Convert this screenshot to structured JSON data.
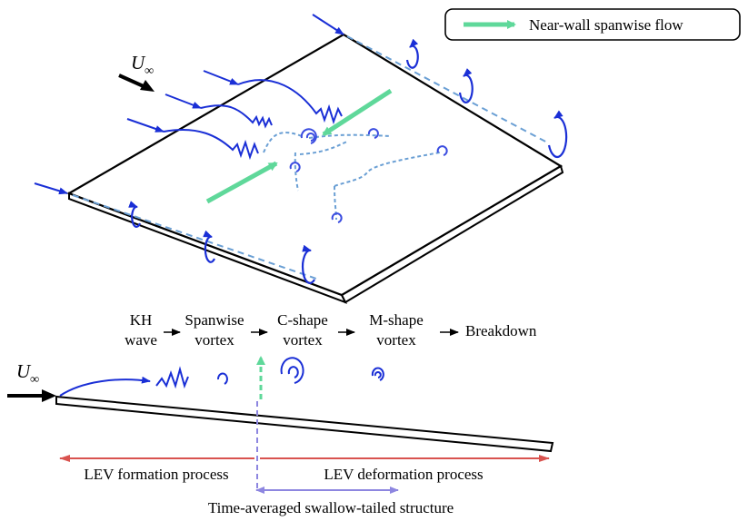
{
  "legend": {
    "label": "Near-wall spanwise flow",
    "arrow_color": "#5fd89a"
  },
  "freestream": {
    "symbol": "U",
    "subscript": "∞"
  },
  "stages": [
    {
      "line1": "KH",
      "line2": "wave"
    },
    {
      "line1": "Spanwise",
      "line2": "vortex"
    },
    {
      "line1": "C-shape",
      "line2": "vortex"
    },
    {
      "line1": "M-shape",
      "line2": "vortex"
    },
    {
      "line1": "Breakdown",
      "line2": ""
    }
  ],
  "processes": {
    "formation": "LEV formation process",
    "deformation": "LEV deformation process",
    "structure": "Time-averaged swallow-tailed structure"
  },
  "colors": {
    "vortex_blue": "#1a2fd6",
    "dashed_blue": "#6a9fd4",
    "red_arrow": "#d9534f",
    "purple_arrow": "#8d86e0",
    "green": "#5fd89a"
  }
}
